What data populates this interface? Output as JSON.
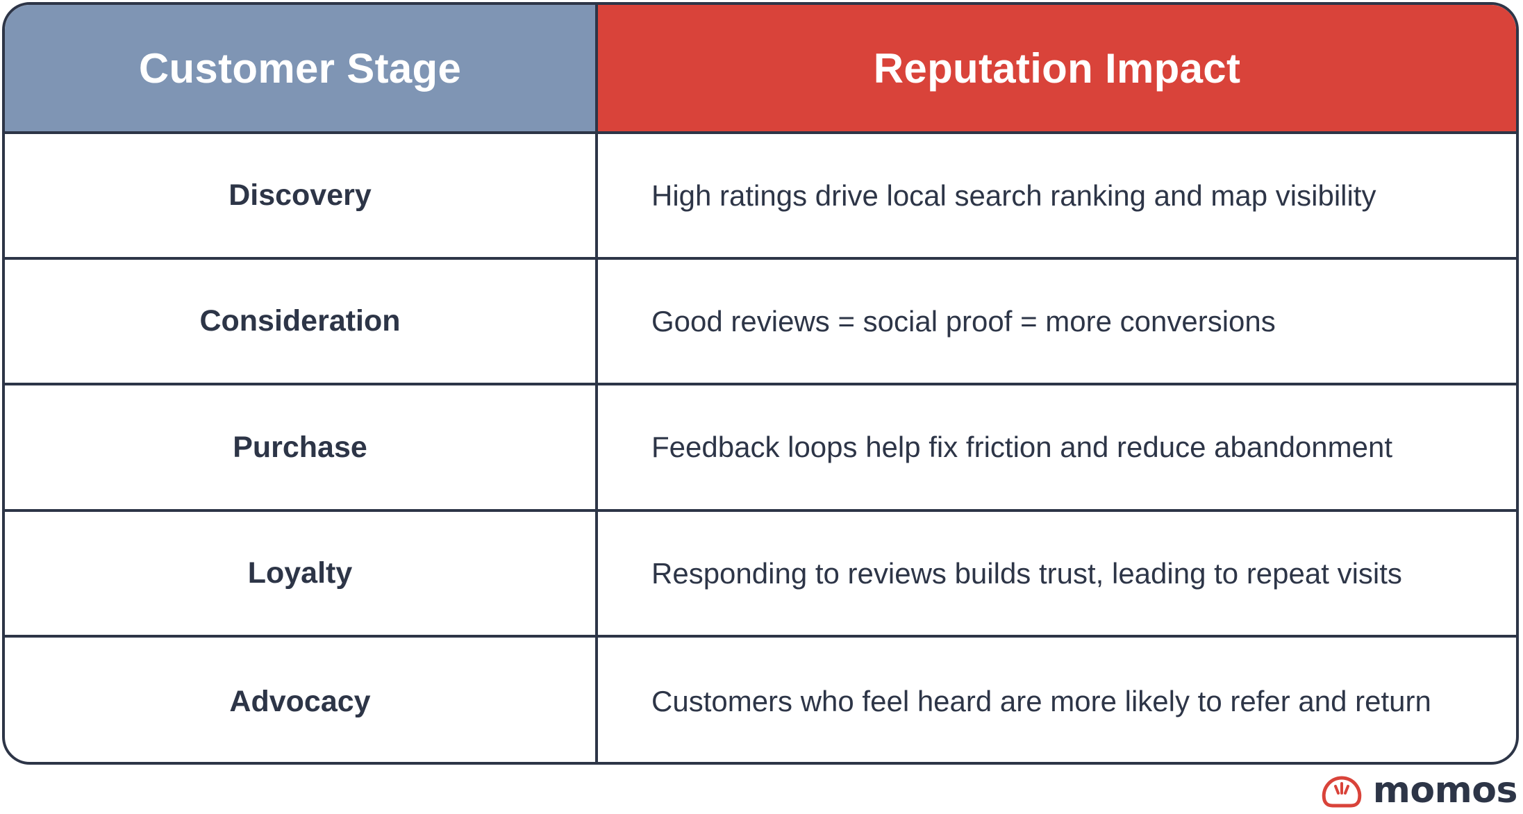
{
  "table": {
    "headers": {
      "stage": "Customer Stage",
      "impact": "Reputation Impact"
    },
    "rows": [
      {
        "stage": "Discovery",
        "impact": "High ratings drive local search ranking and map visibility"
      },
      {
        "stage": "Consideration",
        "impact": "Good reviews = social proof = more conversions"
      },
      {
        "stage": "Purchase",
        "impact": "Feedback loops help fix friction and reduce abandonment"
      },
      {
        "stage": "Loyalty",
        "impact": "Responding to reviews builds trust, leading to repeat visits"
      },
      {
        "stage": "Advocacy",
        "impact": "Customers who feel heard are more likely to refer and return"
      }
    ]
  },
  "brand": {
    "name": "momos",
    "icon": "momos-logo-icon"
  },
  "colors": {
    "stage_header": "#7f95b4",
    "impact_header": "#d9433a",
    "text": "#2d3547",
    "border": "#2d3547",
    "brand_accent": "#d9433a"
  }
}
